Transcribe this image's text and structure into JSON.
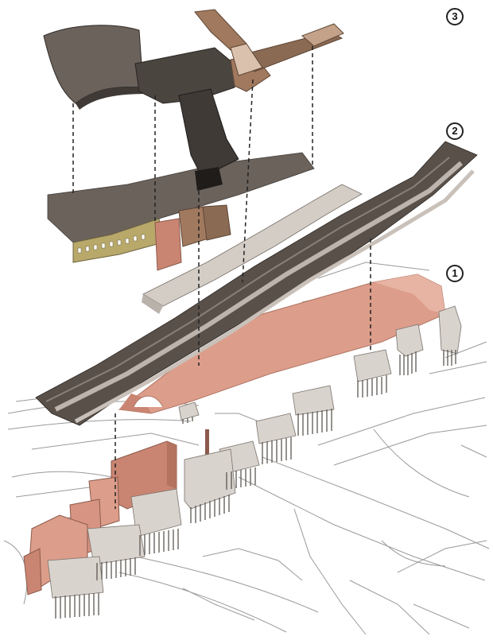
{
  "markers": [
    {
      "id": "m3",
      "label": "3"
    },
    {
      "id": "m2",
      "label": "2"
    },
    {
      "id": "m1",
      "label": "1"
    }
  ],
  "colors": {
    "roof_dark": "#4b4540",
    "roof_mid": "#6b625b",
    "platform": "#d3cdc6",
    "salmon": "#dc9d8a",
    "salmon_dark": "#c98572",
    "pier": "#d9d3cd",
    "wood": "#a0795e",
    "yellow_facade": "#b8a86a",
    "map_line": "#8f8f8f"
  }
}
